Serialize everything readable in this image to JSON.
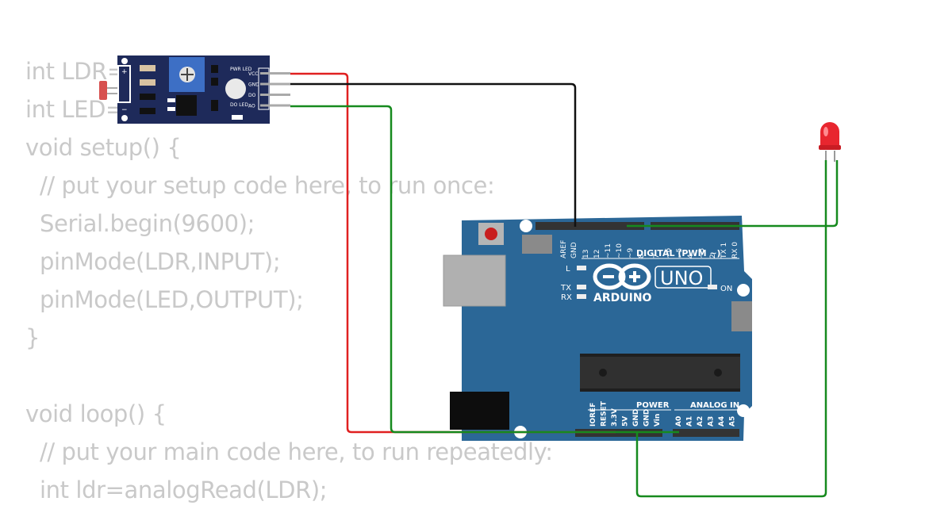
{
  "code_lines": [
    {
      "text": "int LDR=",
      "indent": false
    },
    {
      "text": "int LED=",
      "indent": false
    },
    {
      "text": "void setup() {",
      "indent": false
    },
    {
      "text": "// put your setup code here, to run once:",
      "indent": true
    },
    {
      "text": "Serial.begin(9600);",
      "indent": true
    },
    {
      "text": "pinMode(LDR,INPUT);",
      "indent": true
    },
    {
      "text": "pinMode(LED,OUTPUT);",
      "indent": true
    },
    {
      "text": "}",
      "indent": false
    },
    {
      "text": "",
      "indent": false
    },
    {
      "text": "void loop() {",
      "indent": false
    },
    {
      "text": "// put your main code here, to run repeatedly:",
      "indent": true
    },
    {
      "text": "int ldr=analogRead(LDR);",
      "indent": true
    }
  ],
  "ldr_module": {
    "pins": [
      "VCC",
      "GND",
      "DO",
      "AO"
    ],
    "pwr_led": "PWR LED",
    "do_led": "DO LED",
    "plus": "+",
    "minus": "−"
  },
  "arduino": {
    "brand": "ARDUINO",
    "model": "UNO",
    "digital_label": "DIGITAL (PWM ~)",
    "power_label": "POWER",
    "analog_label": "ANALOG IN",
    "on_label": "ON",
    "l_label": "L",
    "tx_label": "TX",
    "rx_label": "RX",
    "digital_pins": [
      "AREF",
      "GND",
      "13",
      "12",
      "~11",
      "~10",
      "~9",
      "8",
      "7",
      "~6",
      "~5",
      "4",
      "~3",
      "2",
      "TX 1",
      "RX 0"
    ],
    "power_pins": [
      "IOREF",
      "RESET",
      "3.3V",
      "5V",
      "GND",
      "GND",
      "Vin"
    ],
    "analog_pins": [
      "A0",
      "A1",
      "A2",
      "A3",
      "A4",
      "A5"
    ]
  },
  "colors": {
    "board": "#2b6797",
    "module": "#1e2a5a",
    "wire_red": "#e02020",
    "wire_black": "#111111",
    "wire_green": "#168a1e",
    "led": "#e8262f",
    "code_text": "#c9c9c9"
  }
}
